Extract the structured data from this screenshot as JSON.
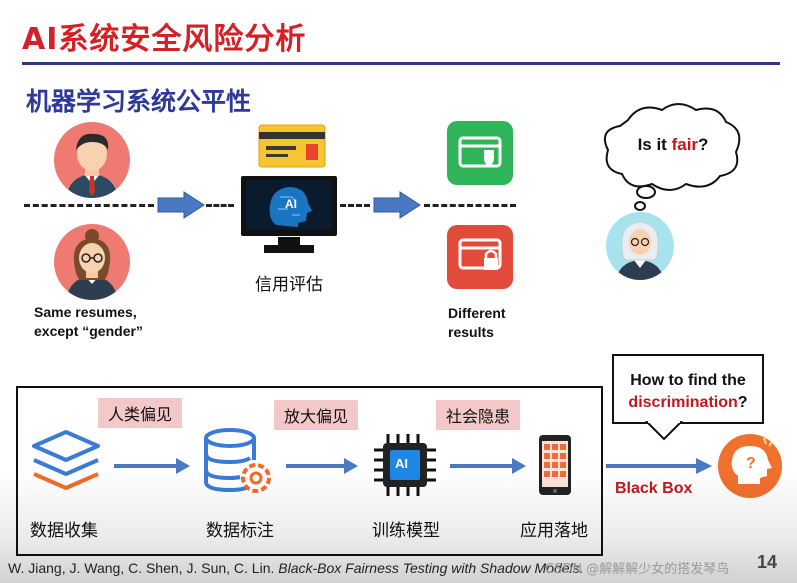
{
  "slide": {
    "title": "AI系统安全风险分析",
    "subtitle": "机器学习系统公平性"
  },
  "top_flow": {
    "input_caption_line1": "Same resumes,",
    "input_caption_line2": "except “gender”",
    "model_icon_text": "AI",
    "model_label": "信用评估",
    "output_caption_line1": "Different",
    "output_caption_line2": "results",
    "thought_prefix": "Is it ",
    "thought_highlight": "fair",
    "thought_suffix": "?"
  },
  "pipeline": {
    "stages": [
      {
        "label": "数据收集"
      },
      {
        "label": "数据标注"
      },
      {
        "label": "训练模型"
      },
      {
        "label": "应用落地"
      }
    ],
    "tags": [
      "人类偏见",
      "放大偏见",
      "社会隐患"
    ],
    "chip_text": "AI",
    "question_line1": "How to find the",
    "question_highlight": "discrimination",
    "question_suffix": "?",
    "blackbox_label": "Black Box"
  },
  "footer": {
    "citation_plain": "W. Jiang, J. Wang, C. Shen, J. Sun, C. Lin. ",
    "citation_italic": "Black-Box Fairness Testing with Shadow Models.",
    "page_number": "14",
    "watermark": "CSDN @解解解少女的搭发琴鸟"
  },
  "colors": {
    "title_red": "#d42027",
    "subtitle_blue": "#2e3a9a",
    "arrow_blue": "#4a78c2",
    "tag_pink": "#f4c8c8",
    "highlight_red": "#c4161c"
  }
}
